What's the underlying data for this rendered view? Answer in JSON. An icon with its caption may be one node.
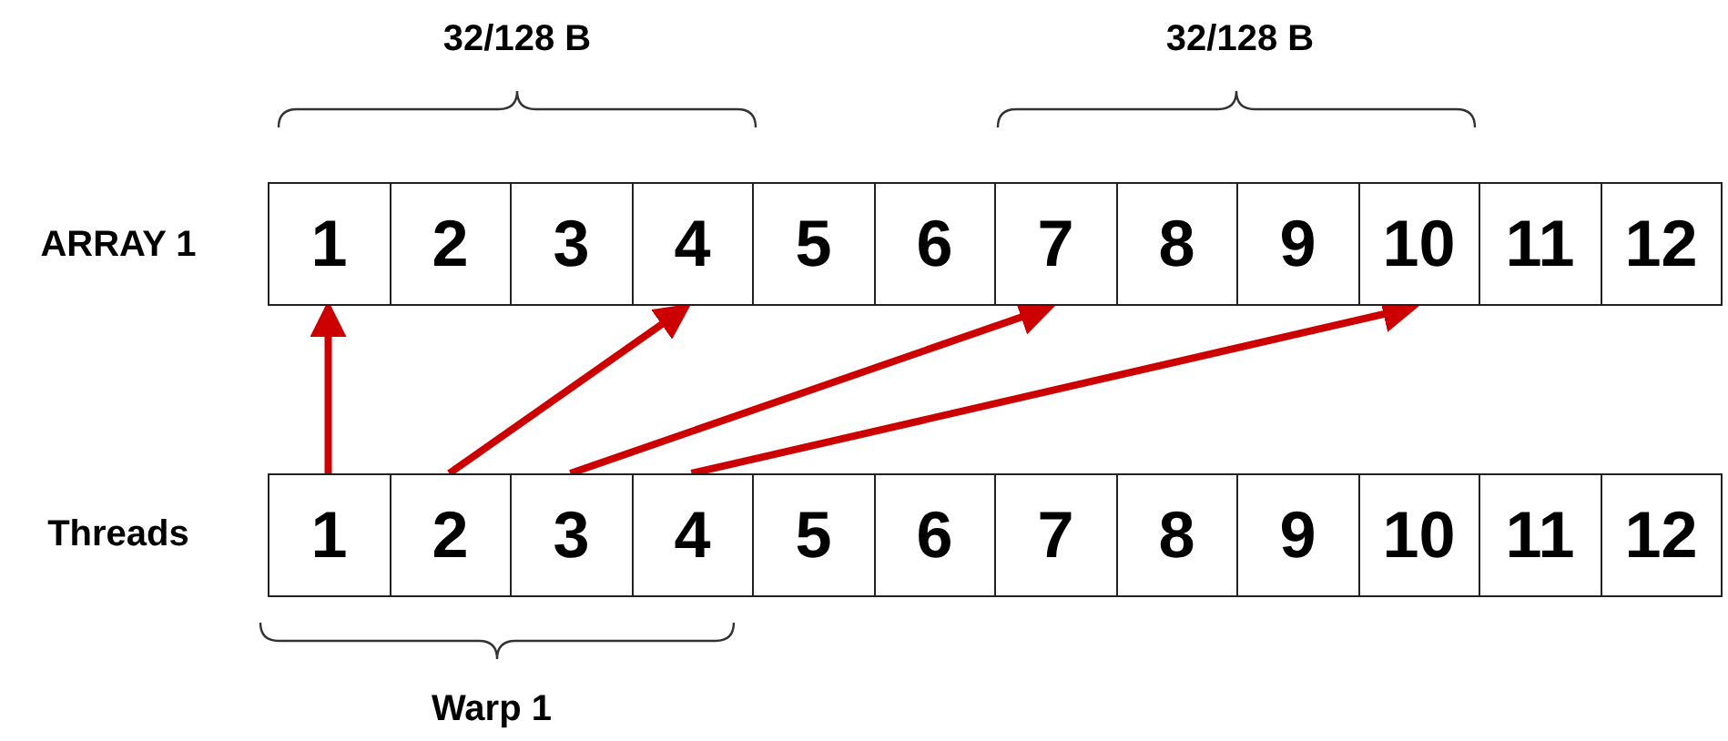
{
  "diagram": {
    "nodes": [
      {
        "text": [
          "1"
        ]
      },
      {
        "text": [
          "2"
        ]
      },
      {
        "text": [
          "3"
        ]
      },
      {
        "text": [
          "4"
        ]
      },
      {
        "text": [
          "5"
        ]
      },
      {
        "text": [
          "6"
        ]
      },
      {
        "text": [
          "7"
        ]
      },
      {
        "text": [
          "8"
        ]
      },
      {
        "text": [
          "9"
        ]
      },
      {
        "text": [
          "10"
        ]
      },
      {
        "text": [
          "11"
        ]
      },
      {
        "text": [
          "12"
        ]
      },
      {
        "text": [
          "1"
        ]
      },
      {
        "text": [
          "2"
        ]
      },
      {
        "text": [
          "3"
        ]
      },
      {
        "text": [
          "4"
        ]
      },
      {
        "text": [
          "5"
        ]
      },
      {
        "text": [
          "6"
        ]
      },
      {
        "text": [
          "7"
        ]
      },
      {
        "text": [
          "8"
        ]
      },
      {
        "text": [
          "9"
        ]
      },
      {
        "text": [
          "10"
        ]
      },
      {
        "text": [
          "11"
        ]
      },
      {
        "text": [
          "12"
        ]
      }
    ],
    "edges": [
      {
        "from": 12,
        "to": 0,
        "arrow": "to"
      },
      {
        "from": 13,
        "to": 3,
        "arrow": "to"
      },
      {
        "from": 14,
        "to": 6,
        "arrow": "to"
      },
      {
        "from": 15,
        "to": 9,
        "arrow": "to"
      }
    ],
    "labels": [
      "32/128 B",
      "32/128 B",
      "ARRAY 1",
      "Threads",
      "Warp 1"
    ]
  }
}
